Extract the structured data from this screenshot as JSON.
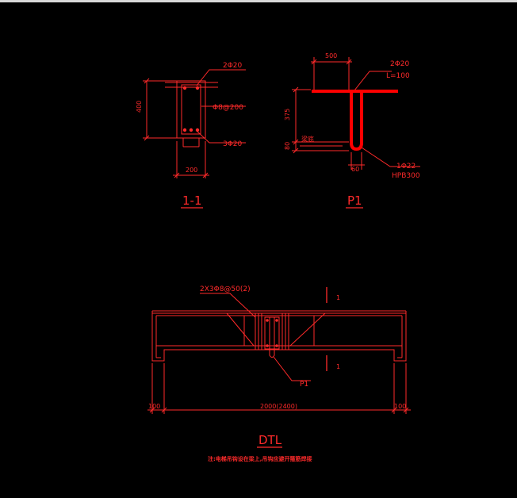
{
  "colors": {
    "background": "#000000",
    "line": "#ff2a2a",
    "rebar": "#ff0000"
  },
  "section_1_1": {
    "title": "1-1",
    "top_bar": "2Φ20",
    "stirrup": "Φ8@200",
    "bottom_bar": "3Φ20",
    "height": "400",
    "width": "200"
  },
  "detail_p1": {
    "title": "P1",
    "width_dim": "500",
    "bar_spec": "2Φ20",
    "bar_length": "L=100",
    "height_dim": "375",
    "bottom_dim": "80",
    "side_note": "梁底",
    "loop_dim": "60",
    "hook_bar": "1Φ22",
    "hook_grade": "HPB300"
  },
  "elevation_dtl": {
    "title": "DTL",
    "stirrup_callout": "2X3Φ8@50(2)",
    "section_mark_top": "1",
    "section_mark_bottom": "1",
    "p1_callout": "P1",
    "left_dim": "100",
    "span_dim": "2000(2400)",
    "right_dim": "100",
    "note": "注:电梯吊钩设在梁上,吊钩应避开箍筋焊接"
  }
}
